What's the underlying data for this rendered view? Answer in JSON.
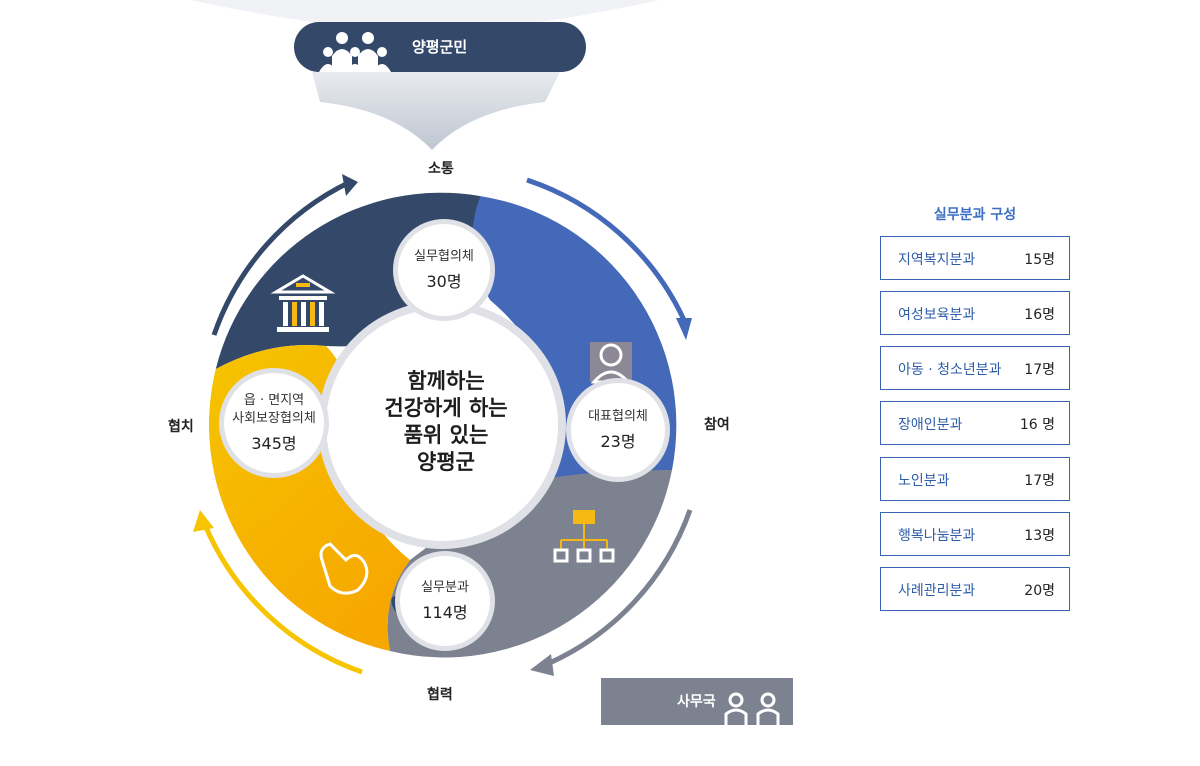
{
  "diagram": {
    "top": {
      "label": "양평군민"
    },
    "stages": {
      "top": "소통",
      "right": "참여",
      "bottom": "협력",
      "left": "협치"
    },
    "center": {
      "lines": [
        "함께하는",
        "건강하게 하는",
        "품위 있는",
        "양평군"
      ]
    },
    "nodes": {
      "working_council": {
        "title": "실무협의체",
        "value": "30명"
      },
      "representative_council": {
        "title": "대표협의체",
        "value": "23명"
      },
      "working_subcommittee": {
        "title": "실무분과",
        "value": "114명"
      },
      "local_council": {
        "title_lines": [
          "읍 · 면지역",
          "사회보장협의체"
        ],
        "value": "345명"
      }
    },
    "secretariat": {
      "label": "사무국"
    },
    "colors": {
      "navy": "#34496a",
      "blue": "#4469b8",
      "gray": "#7c8290",
      "yellow": "#f6b814"
    }
  },
  "panel": {
    "title": "실무분과 구성",
    "items": [
      {
        "name": "지역복지분과",
        "count": "15명"
      },
      {
        "name": "여성보육분과",
        "count": "16명"
      },
      {
        "name": "아동 · 청소년분과",
        "count": "17명"
      },
      {
        "name": "장애인분과",
        "count": "16 명"
      },
      {
        "name": "노인분과",
        "count": "17명"
      },
      {
        "name": "행복나눔분과",
        "count": "13명"
      },
      {
        "name": "사례관리분과",
        "count": "20명"
      }
    ]
  }
}
